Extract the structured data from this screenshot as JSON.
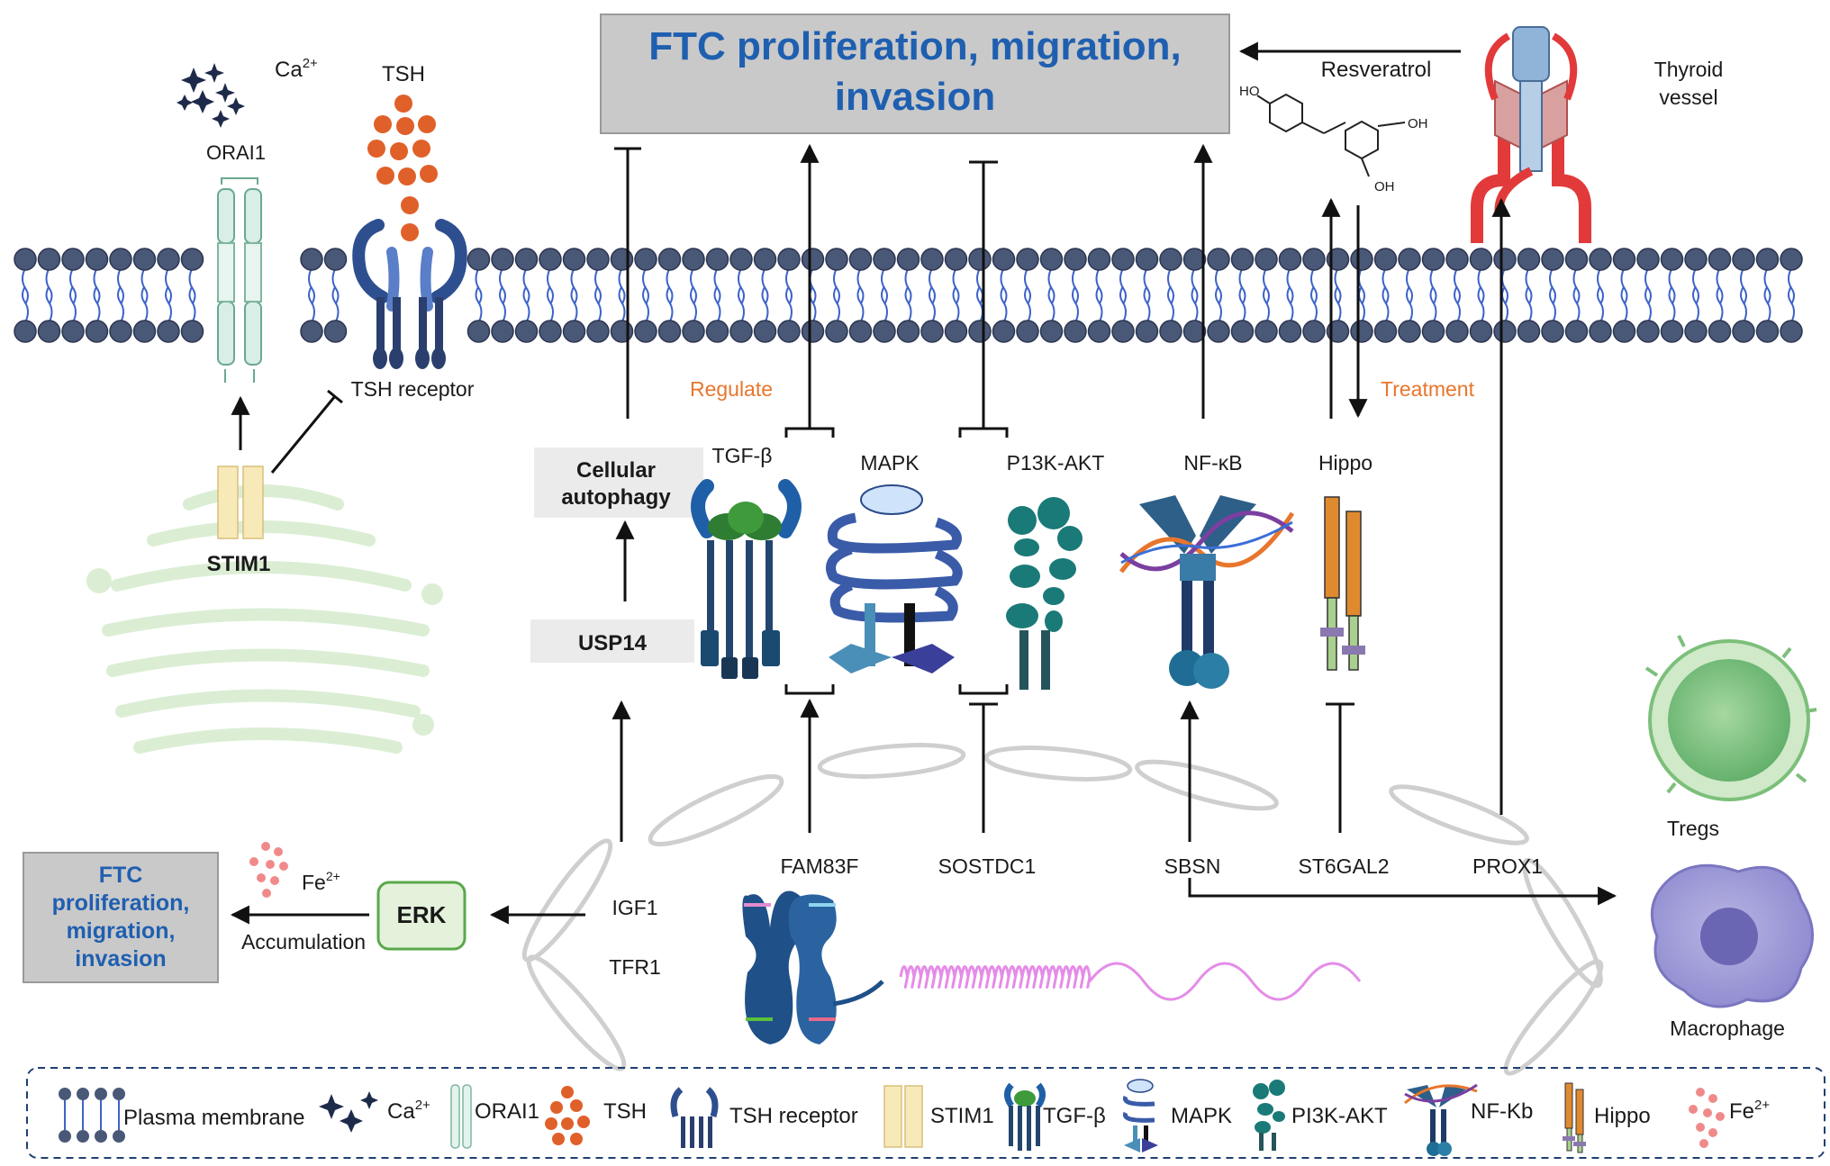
{
  "title_main": {
    "line1": "FTC proliferation, migration,",
    "line2": "invasion"
  },
  "title_left": {
    "line1": "FTC",
    "line2": "proliferation,",
    "line3": "migration,",
    "line4": "invasion"
  },
  "labels": {
    "ca": "Ca",
    "ca_sup": "2+",
    "tsh": "TSH",
    "orai1": "ORAI1",
    "tsh_receptor": "TSH receptor",
    "stim1": "STIM1",
    "regulate": "Regulate",
    "treatment": "Treatment",
    "resveratrol": "Resveratrol",
    "thyroid_vessel_1": "Thyroid",
    "thyroid_vessel_2": "vessel",
    "cellular_autophagy_1": "Cellular",
    "cellular_autophagy_2": "autophagy",
    "usp14": "USP14",
    "tgf": "TGF-β",
    "mapk": "MAPK",
    "pi3k": "P13K-AKT",
    "nfkb": "NF-κB",
    "hippo": "Hippo",
    "fam83f": "FAM83F",
    "sostdc1": "SOSTDC1",
    "sbsn": "SBSN",
    "st6gal2": "ST6GAL2",
    "prox1": "PROX1",
    "igf1": "IGF1",
    "tfr1": "TFR1",
    "erk": "ERK",
    "fe": "Fe",
    "fe_sup": "2+",
    "accumulation": "Accumulation",
    "tregs": "Tregs",
    "macrophage": "Macrophage",
    "oh": "OH",
    "ho": "HO"
  },
  "legend": [
    {
      "icon": "plasma-membrane-icon",
      "label": "Plasma membrane"
    },
    {
      "icon": "calcium-icon",
      "label": "Ca",
      "sup": "2+"
    },
    {
      "icon": "orai1-icon",
      "label": "ORAI1"
    },
    {
      "icon": "tsh-icon",
      "label": "TSH"
    },
    {
      "icon": "tsh-receptor-icon",
      "label": "TSH receptor"
    },
    {
      "icon": "stim1-icon",
      "label": "STIM1"
    },
    {
      "icon": "tgf-beta-icon",
      "label": "TGF-β"
    },
    {
      "icon": "mapk-icon",
      "label": "MAPK"
    },
    {
      "icon": "pi3k-akt-icon",
      "label": "PI3K-AKT"
    },
    {
      "icon": "nf-kb-icon",
      "label": "NF-Kb"
    },
    {
      "icon": "hippo-icon",
      "label": "Hippo"
    },
    {
      "icon": "iron-icon",
      "label": "Fe",
      "sup": "2+"
    }
  ],
  "colors": {
    "title_blue": "#1f5fb0",
    "orange_text": "#e8762c",
    "membrane_head": "#4a5878",
    "membrane_tail": "#3d63c9",
    "tsh_ball": "#e0602a",
    "golgi": "#d9ead3",
    "vessel_red": "#e23a3a",
    "erk_box": "#e4f2dc",
    "erk_border": "#5aa84a"
  }
}
